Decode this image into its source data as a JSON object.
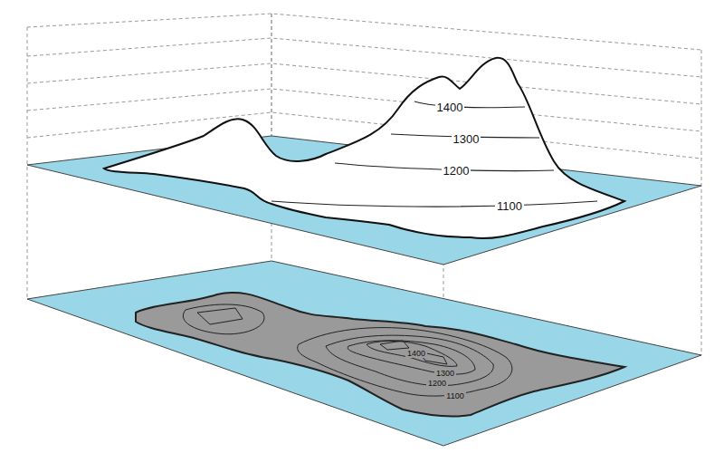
{
  "diagram": {
    "labels": [
      "1400",
      "1300",
      "1200",
      "1100",
      "1400",
      "1300",
      "1200",
      "1100"
    ]
  }
}
